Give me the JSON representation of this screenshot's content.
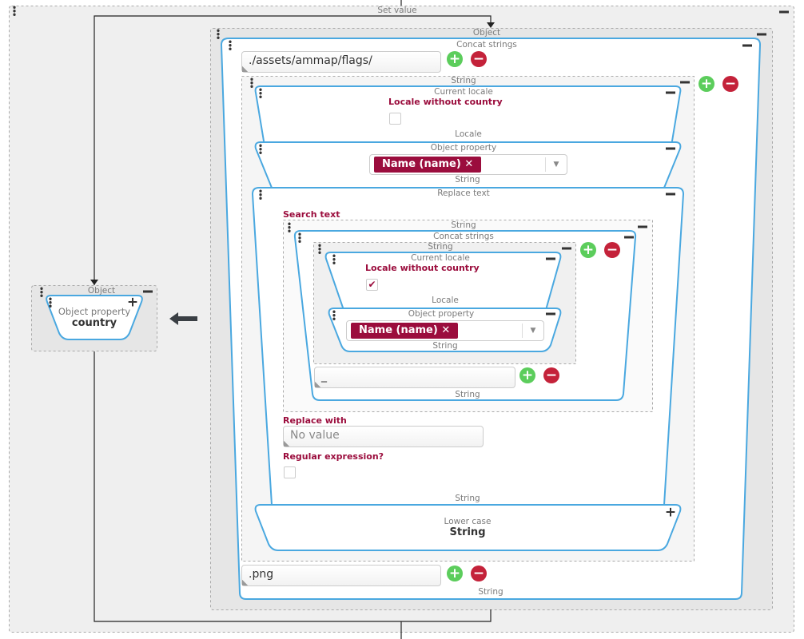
{
  "root": {
    "title": "Set value"
  },
  "left": {
    "container": "Object",
    "node_title": "Object property",
    "node_value": "country"
  },
  "object": {
    "title": "Object"
  },
  "concat": {
    "title": "Concat strings",
    "first_value": "./assets/ammap/flags/",
    "last_value": ".png",
    "output": "String"
  },
  "string_group": {
    "title": "String"
  },
  "locale1": {
    "title": "Current locale",
    "option_label": "Locale without country",
    "checked": false,
    "output": "Locale"
  },
  "objprop1": {
    "title": "Object property",
    "tag": "Name (name)",
    "output": "String"
  },
  "replace": {
    "title": "Replace text",
    "search_label": "Search text",
    "replace_label": "Replace with",
    "replace_placeholder": "No value",
    "regex_label": "Regular expression?",
    "regex_checked": false,
    "output": "String"
  },
  "inner_string": {
    "title": "String"
  },
  "inner_concat": {
    "title": "Concat strings",
    "field_value": "_",
    "output": "String"
  },
  "inner_group": {
    "title": "String"
  },
  "locale2": {
    "title": "Current locale",
    "option_label": "Locale without country",
    "checked": true,
    "output": "Locale"
  },
  "objprop2": {
    "title": "Object property",
    "tag": "Name (name)",
    "output": "String"
  },
  "lower": {
    "title": "Lower case",
    "value": "String"
  },
  "icons": {
    "add": "plus-circle-icon",
    "remove": "minus-circle-icon",
    "collapse": "minus-icon",
    "expand": "plus-icon",
    "drag": "drag-handle-icon",
    "remove_tag": "x-icon",
    "dropdown": "caret-down-icon",
    "assign": "arrow-left-icon"
  },
  "colors": {
    "accent": "#4aa8e0",
    "label": "#9b0d3d",
    "add": "#5ccd5c",
    "remove": "#c4223a"
  }
}
